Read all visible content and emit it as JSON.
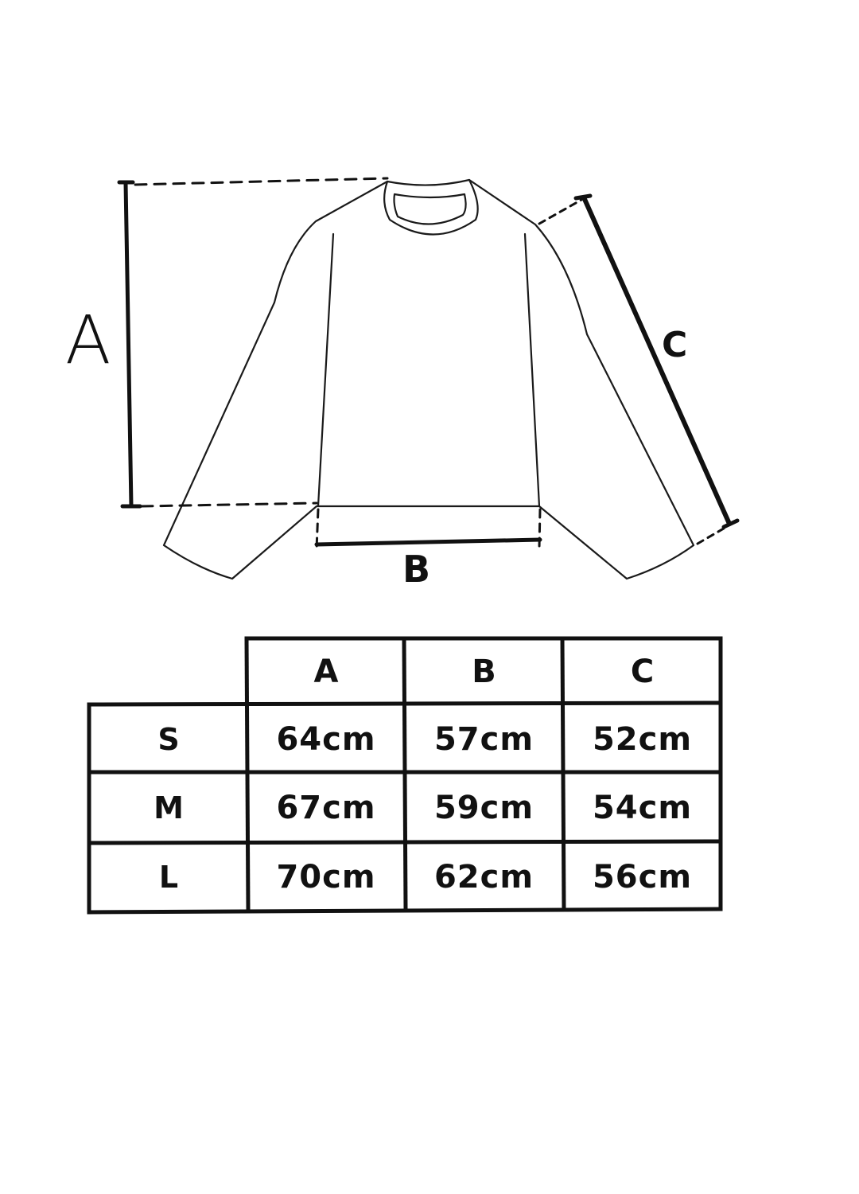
{
  "diagram": {
    "labels": {
      "a": "A",
      "b": "B",
      "c": "C"
    }
  },
  "table": {
    "columns": [
      "A",
      "B",
      "C"
    ],
    "rows": [
      {
        "size": "S",
        "values": [
          "64cm",
          "57cm",
          "52cm"
        ]
      },
      {
        "size": "M",
        "values": [
          "67cm",
          "59cm",
          "54cm"
        ]
      },
      {
        "size": "L",
        "values": [
          "70cm",
          "62cm",
          "56cm"
        ]
      }
    ]
  }
}
